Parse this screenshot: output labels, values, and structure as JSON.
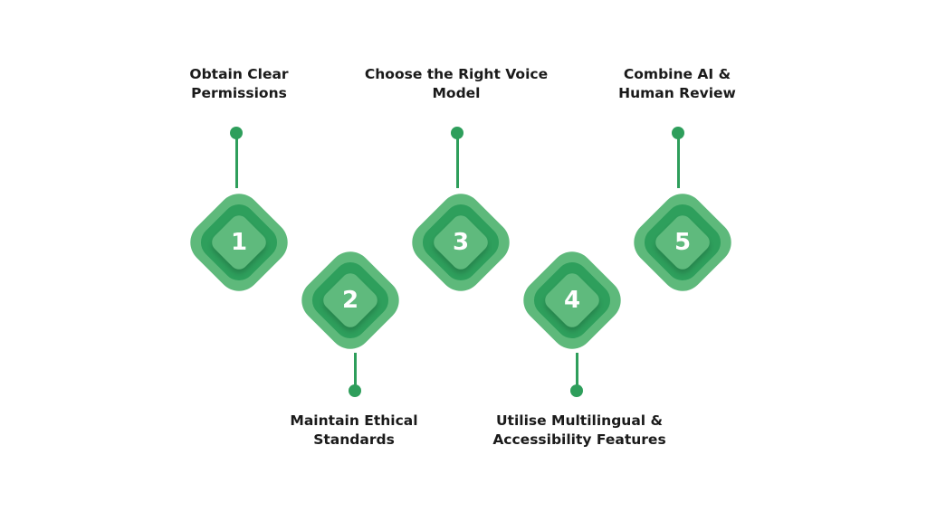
{
  "diagram": {
    "type": "process-steps",
    "colors": {
      "outer": "#5eb97b",
      "ring": "#2e9f5c",
      "inner": "#5fba7d",
      "connector": "#2e9e5b",
      "text": "#1a1a1a",
      "number": "#ffffff"
    },
    "steps": [
      {
        "number": "1",
        "label": "Obtain Clear\nPermissions",
        "position": "top"
      },
      {
        "number": "2",
        "label": "Maintain Ethical\nStandards",
        "position": "bottom"
      },
      {
        "number": "3",
        "label": "Choose the Right Voice\nModel",
        "position": "top"
      },
      {
        "number": "4",
        "label": "Utilise Multilingual &\nAccessibility Features",
        "position": "bottom"
      },
      {
        "number": "5",
        "label": "Combine AI &\nHuman Review",
        "position": "top"
      }
    ]
  }
}
